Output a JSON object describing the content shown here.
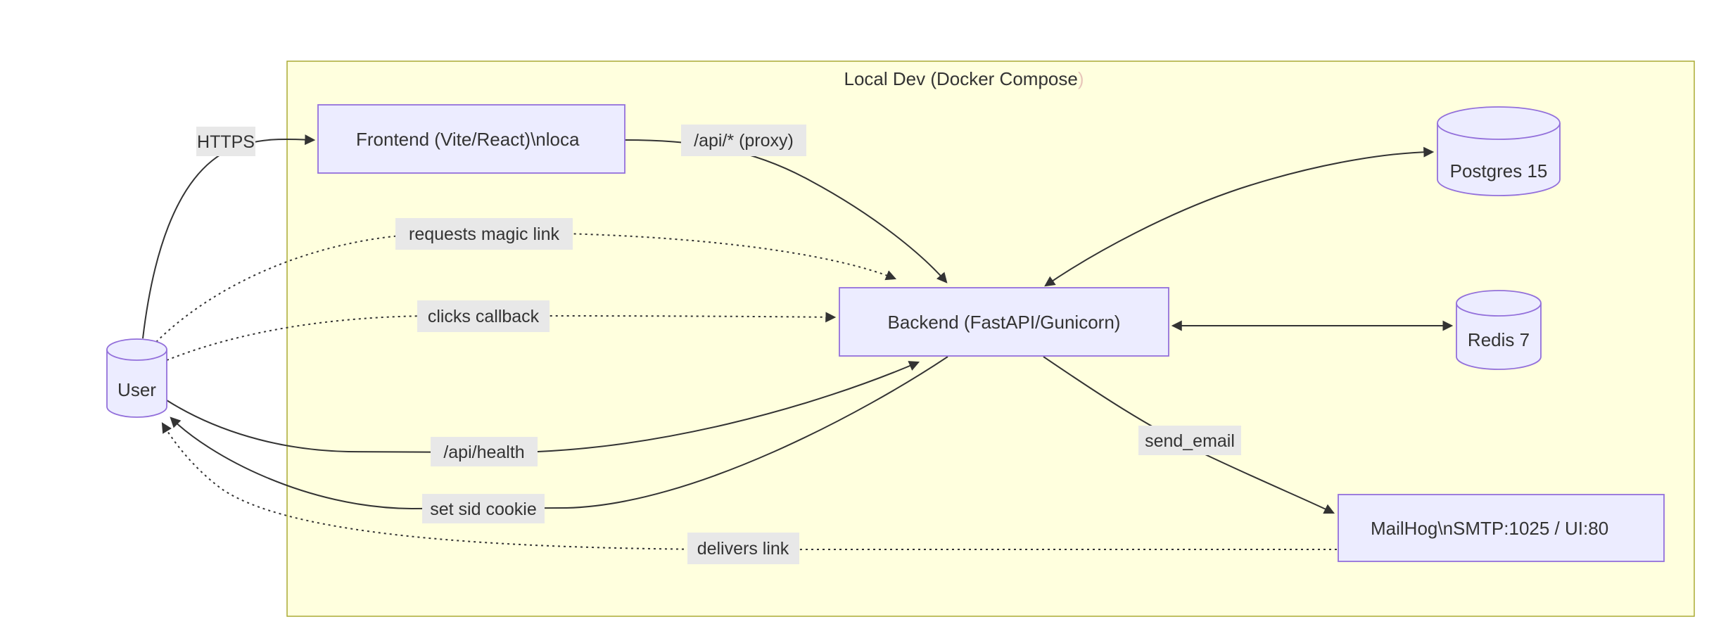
{
  "diagram": {
    "type": "flowchart",
    "title": {
      "main": "Local Dev (Docker Compose",
      "paren": ")"
    },
    "cluster": {
      "label": "Local Dev (Docker Compose)"
    },
    "nodes": {
      "user": {
        "label": "User",
        "shape": "cylinder"
      },
      "frontend": {
        "label": "Frontend (Vite/React)\\nloca",
        "shape": "rect"
      },
      "backend": {
        "label": "Backend (FastAPI/Gunicorn)",
        "shape": "rect"
      },
      "postgres": {
        "label": "Postgres 15",
        "shape": "cylinder"
      },
      "redis": {
        "label": "Redis 7",
        "shape": "cylinder"
      },
      "mailhog": {
        "label": "MailHog\\nSMTP:1025 / UI:80",
        "shape": "rect"
      }
    },
    "edges": [
      {
        "from": "user",
        "to": "frontend",
        "label": "HTTPS",
        "style": "solid",
        "bidirectional": false
      },
      {
        "from": "frontend",
        "to": "backend",
        "label": "/api/* (proxy)",
        "style": "solid",
        "bidirectional": false
      },
      {
        "from": "user",
        "to": "backend",
        "label": "requests magic link",
        "style": "dotted",
        "bidirectional": false
      },
      {
        "from": "user",
        "to": "backend",
        "label": "clicks callback",
        "style": "dotted",
        "bidirectional": false
      },
      {
        "from": "user",
        "to": "backend",
        "label": "/api/health",
        "style": "solid",
        "bidirectional": false
      },
      {
        "from": "backend",
        "to": "user",
        "label": "set sid cookie",
        "style": "solid",
        "bidirectional": false
      },
      {
        "from": "backend",
        "to": "postgres",
        "label": "",
        "style": "solid",
        "bidirectional": true
      },
      {
        "from": "backend",
        "to": "redis",
        "label": "",
        "style": "solid",
        "bidirectional": true
      },
      {
        "from": "backend",
        "to": "mailhog",
        "label": "send_email",
        "style": "solid",
        "bidirectional": false
      },
      {
        "from": "mailhog",
        "to": "user",
        "label": "delivers link",
        "style": "dotted",
        "bidirectional": false
      }
    ],
    "colors": {
      "cluster_fill": "#ffffde",
      "cluster_border": "#aaaa33",
      "node_fill": "#ececff",
      "node_border": "#9370db",
      "edge": "#333333",
      "edge_label_bg": "#e8e8e8",
      "text": "#333333",
      "canvas": "#ffffff"
    }
  }
}
